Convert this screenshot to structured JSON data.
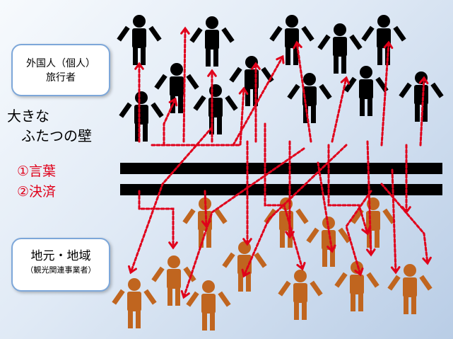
{
  "foreign_box": {
    "line1": "外国人（個人）",
    "line2": "旅行者"
  },
  "walls": {
    "title_line1": "大きな",
    "title_line2": "ふたつの壁",
    "items": [
      "①言葉",
      "②決済"
    ]
  },
  "local_box": {
    "title": "地元・地域",
    "subtitle": "（観光関連事業者）"
  },
  "colors": {
    "traveler": "#000000",
    "local": "#c0651f",
    "arrow": "#e0001a",
    "wall": "#000000",
    "box_border": "#7da7d9"
  },
  "icons": {
    "traveler": "person-icon",
    "local": "person-icon"
  }
}
